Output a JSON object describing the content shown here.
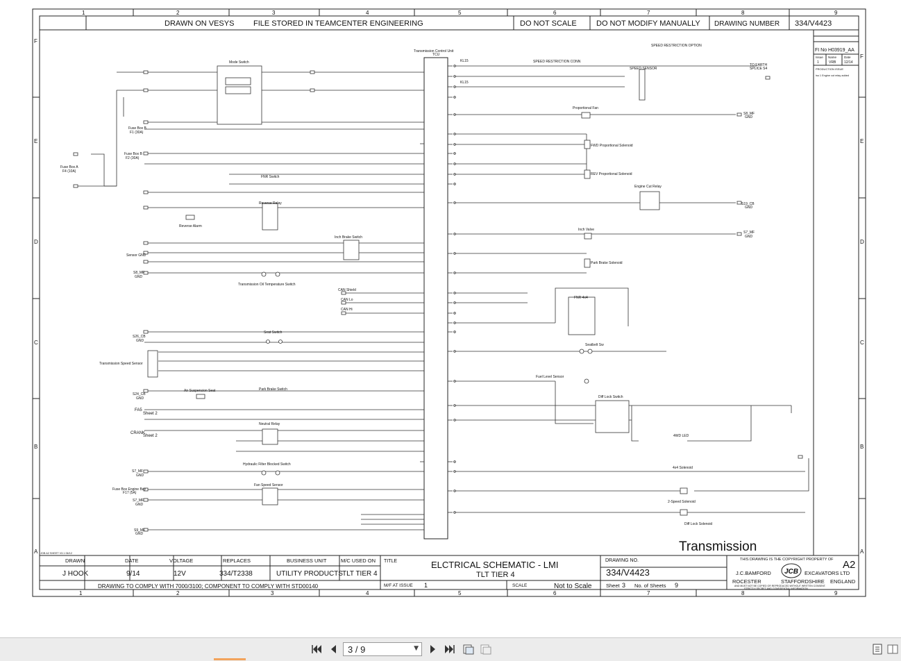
{
  "grid": {
    "cols": [
      "1",
      "2",
      "3",
      "4",
      "5",
      "6",
      "7",
      "8",
      "9"
    ],
    "rows": [
      "F",
      "E",
      "D",
      "C",
      "B",
      "A"
    ]
  },
  "header": {
    "drawn_on": "DRAWN ON VESYS",
    "stored": "FILE STORED IN TEAMCENTER ENGINEERING",
    "no_scale": "DO NOT SCALE",
    "no_modify": "DO NOT MODIFY MANUALLY",
    "drawing_number_label": "DRAWING NUMBER",
    "drawing_number": "334/V4423"
  },
  "revision": {
    "fi_no": "FI No H03919_AA",
    "issue_col": "Issue",
    "by_col": "Name",
    "date_col": "Date",
    "issue": "1",
    "by": "VRB",
    "date": "12/14",
    "production_issue": "PRODUCTION ISSUE",
    "note": "Iss 1 Engine cut relay added"
  },
  "labels": {
    "tcu_title": "Transmission Control Unit",
    "tcu_sub": "TCU",
    "mode_switch": "Mode Switch",
    "fuse_b1": "Fuse Box B",
    "fuse_b1_sub": "F1 (30A)",
    "fuse_b2": "Fuse Box B",
    "fuse_b2_sub": "F2 (30A)",
    "fuse_a": "Fuse Box A",
    "fuse_a_sub": "F4 (10A)",
    "fnr_switch": "FNR Switch",
    "reverse_relay": "Reverse Relay",
    "reverse_alarm": "Reverse Alarm",
    "inch_brake_switch": "Inch Brake Switch",
    "sensor_gnd": "Sensor GND",
    "s8_mf": "S8_MF",
    "gnd": "GND",
    "trans_oil_temp": "Transmission Oil Temperature Switch",
    "can_shield": "CAN Shield",
    "can_lo": "CAN Lo",
    "can_hi": "CAN Hi",
    "s26_cb": "S26_CB",
    "seat_switch": "Seat Switch",
    "trans_speed_sensor": "Transmission Speed Sensor",
    "s24_cb": "S24_CB",
    "air_susp_seat": "Air Suspension Seat",
    "park_brake_switch": "Park Brake Switch",
    "fa5": "FA5",
    "sheet2a": "Sheet 2",
    "crank": "CRANK",
    "sheet2b": "Sheet 2",
    "neutral_relay": "Neutral Relay",
    "hyd_filter": "Hydraulic Filter Blocked Switch",
    "s7_mf": "S7_MF",
    "fan_speed_sensor": "Fan Speed Sensor",
    "fuse_engine_bay": "Fuse Box Engine Bay",
    "f17": "F17 (5A)",
    "s7_mf_b": "S7_MF",
    "s9_mf": "S9_MF",
    "speed_restriction_option": "SPEED RESTRICTION OPTION",
    "kl15": "KL15",
    "speed_restriction_conn": "SPEED RESTRICTION CONN",
    "speed_sensor": "SPEED SENSOR",
    "to_earth": "TO EARTH",
    "splice": "SPLICE S4",
    "prop_fan": "Proportional Fan",
    "s8_mf_r": "S8_MF",
    "fwd_sol": "FWD Proportional Solenoid",
    "rev_sol": "REV Proportional Solenoid",
    "engine_cut_relay": "Engine Cut Relay",
    "s19_cb": "S19_CB",
    "inch_valve": "Inch Valve",
    "s7_mf_r": "S7_MF",
    "park_brake_sol": "Park Brake Solenoid",
    "fnr_4x4": "FNR 4x4",
    "seatbelt": "Seatbelt Sw",
    "fuel_level": "Fuel Level Sensor",
    "diff_lock_switch": "Diff Lock Switch",
    "fourwd_led": "4WD LED",
    "fourx4_sol": "4x4 Solenoid",
    "two_speed_sol": "2-Speed Solenoid",
    "diff_lock_sol": "Diff Lock Solenoid",
    "transmission": "Transmission",
    "job_sheet": "JOB A2 SHEET V3.1 06/12"
  },
  "titleblock": {
    "drawn_h": "DRAWN",
    "drawn": "J HOOK",
    "date_h": "DATE",
    "date": "9/14",
    "voltage_h": "VOLTAGE",
    "voltage": "12V",
    "replaces_h": "REPLACES",
    "replaces": "334/T2338",
    "bu_h": "BUSINESS UNIT",
    "bu": "UTILITY PRODUCTS",
    "mc_h": "M/C USED ON",
    "mc": "TLT TIER 4",
    "title_h": "TITLE",
    "title1": "ELCTRICAL SCHEMATIC - LMI",
    "title2": "TLT TIER 4",
    "comply": "DRAWING TO COMPLY WITH 7000/3100; COMPONENT TO COMPLY WITH STD00140",
    "mf_label": "M/F AT ISSUE",
    "mf": "1",
    "scale_label": "SCALE",
    "scale": "Not to Scale",
    "dwg_h": "DRAWING NO.",
    "dwg": "334/V4423",
    "sheet_label": "Sheet",
    "sheet": "3",
    "nsheets_label": "No. of Sheets",
    "nsheets": "9",
    "copyright": "THIS DRAWING IS THE COPYRIGHT PROPERTY OF",
    "size": "A2",
    "company1": "J.C.BAMFORD",
    "company2": "EXCAVATORS LTD",
    "loc1": "ROCESTER",
    "loc2": "STAFFORDSHIRE",
    "loc3": "ENGLAND",
    "fine1": "AND MUST NOT BE COPIED OR REPRODUCED WITHOUT WRITTEN CONSENT.",
    "fine2": "STRICTLY SECRET AND CONFIDENTIAL INFORMATION",
    "logo": "JCB"
  },
  "toolbar": {
    "page": "3 / 9",
    "icons": [
      "first-page-icon",
      "prev-page-icon",
      "next-page-icon",
      "last-page-icon",
      "fit-page-icon",
      "fit-width-icon",
      "single-page-icon",
      "two-page-icon"
    ]
  }
}
